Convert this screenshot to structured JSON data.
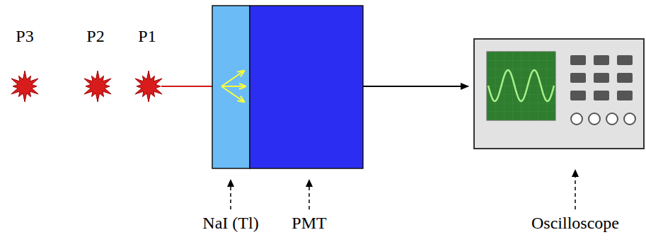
{
  "diagram": {
    "labels": [
      "P3",
      "P2",
      "P1",
      "NaI (Tl)",
      "PMT",
      "Oscilloscope"
    ]
  }
}
